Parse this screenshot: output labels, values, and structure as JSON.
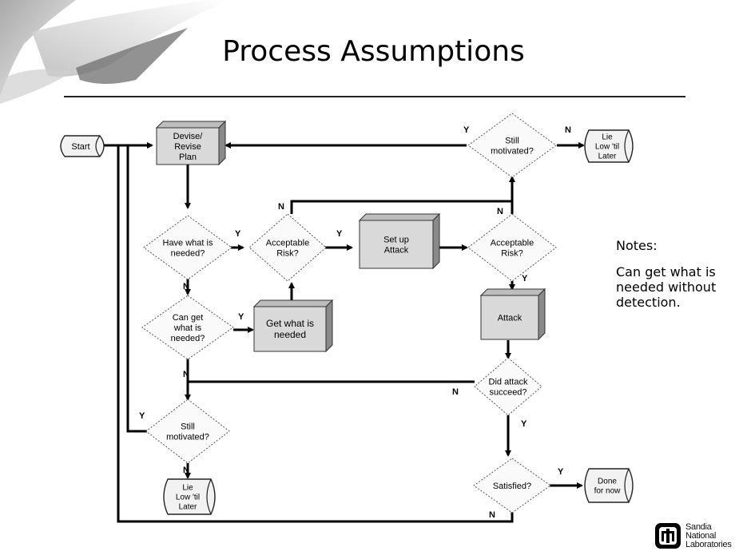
{
  "title": "Process Assumptions",
  "nodes": {
    "start": "Start",
    "devise_plan": [
      "Devise/",
      "Revise",
      "Plan"
    ],
    "have_needed": [
      "Have what is",
      "needed?"
    ],
    "can_get": [
      "Can get",
      "what is",
      "needed?"
    ],
    "get_needed": [
      "Get what is",
      "needed"
    ],
    "acceptable_risk_1": [
      "Acceptable",
      "Risk?"
    ],
    "set_up_attack": [
      "Set up",
      "Attack"
    ],
    "acceptable_risk_2": [
      "Acceptable",
      "Risk?"
    ],
    "attack": "Attack",
    "still_motivated_top": [
      "Still",
      "motivated?"
    ],
    "lie_low_top": [
      "Lie",
      "Low 'til",
      "Later"
    ],
    "did_attack_succeed": [
      "Did attack",
      "succeed?"
    ],
    "satisfied": "Satisfied?",
    "done_for_now": [
      "Done",
      "for now"
    ],
    "still_motivated_bottom": [
      "Still",
      "motivated?"
    ],
    "lie_low_bottom": [
      "Lie",
      "Low 'til",
      "Later"
    ]
  },
  "edge_labels": {
    "yes": "Y",
    "no": "N"
  },
  "notes": {
    "heading": "Notes:",
    "body": "Can get what is needed without detection."
  },
  "logo": {
    "line1": "Sandia",
    "line2": "National",
    "line3": "Laboratories"
  },
  "colors": {
    "box_fill": "#d9d9d9",
    "box_side": "#8a8a8a",
    "line": "#000000"
  }
}
